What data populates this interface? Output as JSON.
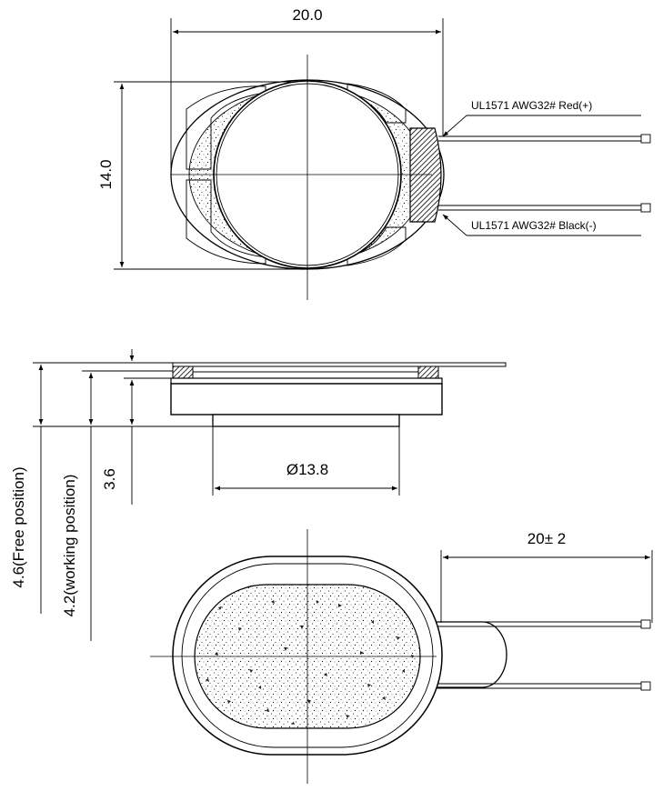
{
  "top_view": {
    "width_dim": "20.0",
    "height_dim": "14.0",
    "wire_red_label": "UL1571 AWG32# Red(+)",
    "wire_black_label": "UL1571 AWG32# Black(-)"
  },
  "side_view": {
    "diameter_dim": "Ø13.8",
    "height_36": "3.6",
    "working_position": "4.2(working position)",
    "free_position": "4.6(Free position)"
  },
  "bottom_view": {
    "lead_length_dim": "20± 2"
  }
}
